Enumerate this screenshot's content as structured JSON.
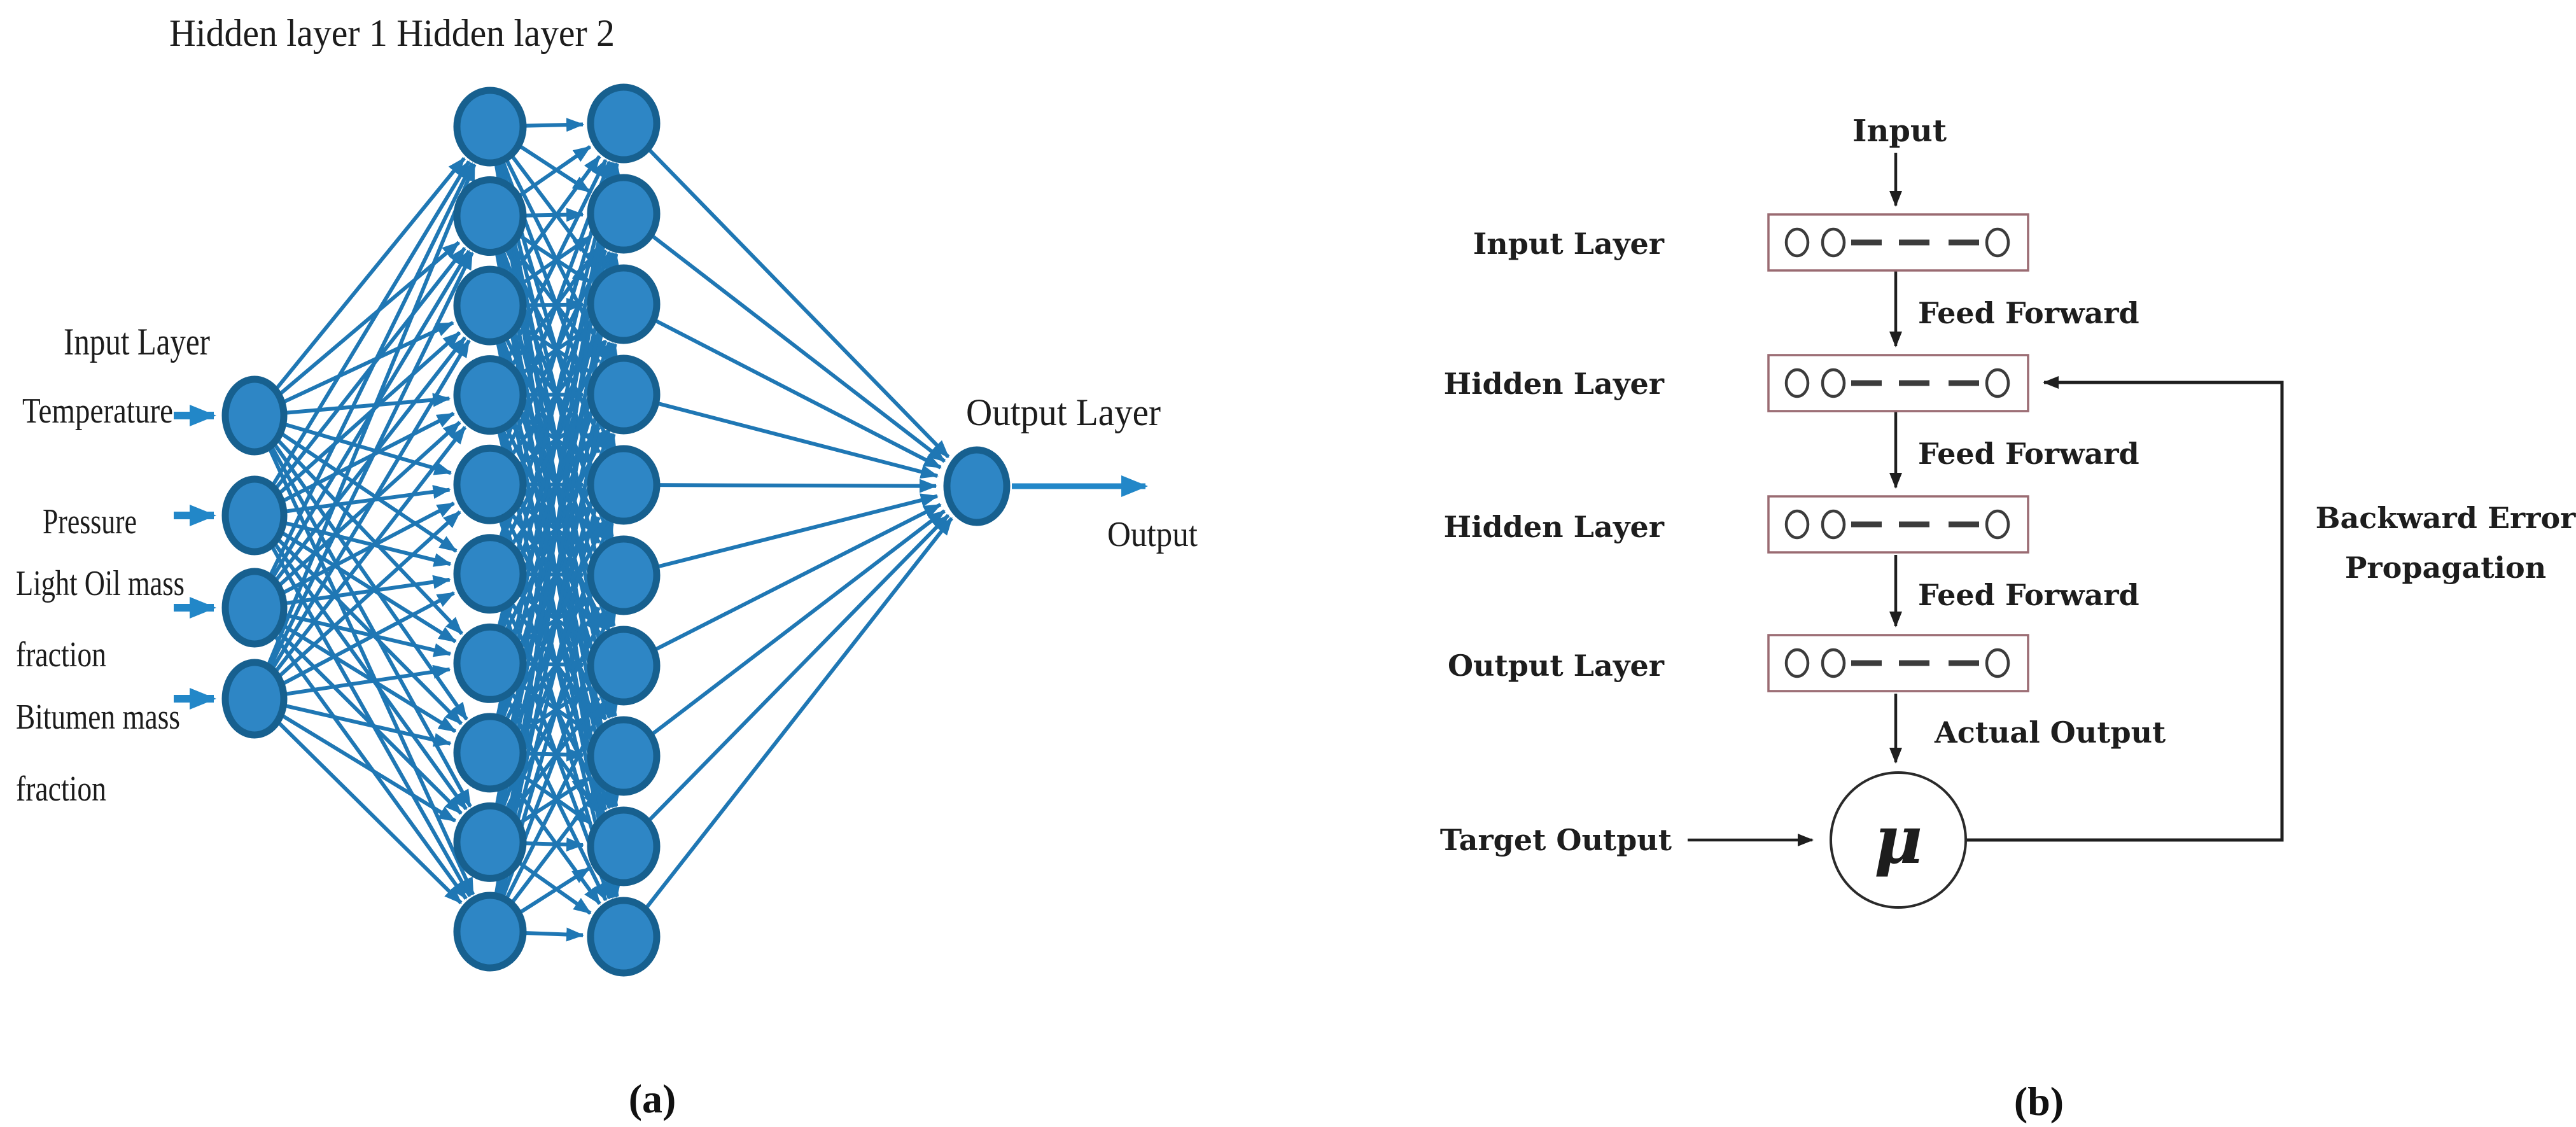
{
  "panel_a": {
    "caption": "(a)",
    "title": "Hidden layer 1 Hidden layer 2",
    "input_layer_label": "Input Layer",
    "output_layer_label": "Output Layer",
    "output_label": "Output",
    "inputs": [
      {
        "lines": [
          "Temperature"
        ]
      },
      {
        "lines": [
          "Pressure"
        ]
      },
      {
        "lines": [
          "Light Oil mass",
          "fraction"
        ]
      },
      {
        "lines": [
          "Bitumen mass",
          "fraction"
        ]
      }
    ],
    "network": {
      "layers": [
        4,
        10,
        10,
        1
      ],
      "layer_names": [
        "input",
        "hidden-1",
        "hidden-2",
        "output"
      ],
      "fully_connected": true
    },
    "colors": {
      "edge": "#1f77b4",
      "node_fill": "#2e86c5",
      "node_stroke": "#17608f",
      "arrow": "#2287c8"
    }
  },
  "panel_b": {
    "caption": "(b)",
    "top_label": "Input",
    "layer_labels": [
      "Input Layer",
      "Hidden Layer",
      "Hidden Layer",
      "Output Layer"
    ],
    "flow_labels": [
      "Feed Forward",
      "Feed Forward",
      "Feed Forward",
      "Actual Output"
    ],
    "target_output_label": "Target Output",
    "feedback_label_line1": "Backward Error",
    "feedback_label_line2": "Propagation",
    "mu_symbol": "μ",
    "box_glyph_pattern": "o o - - - o",
    "colors": {
      "box_border": "#9a6b72",
      "glyph": "#3c3c3c",
      "line": "#1f1f1f"
    }
  }
}
